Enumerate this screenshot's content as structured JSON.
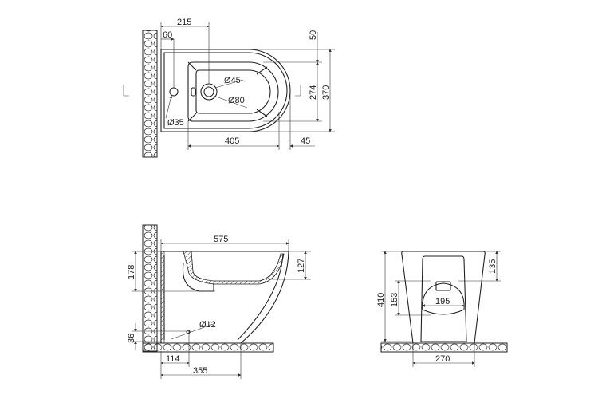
{
  "top_view": {
    "dims": {
      "d215": "215",
      "d60": "60",
      "d50": "50",
      "d274": "274",
      "d370": "370",
      "d405": "405",
      "d45": "45",
      "dia45": "Ø45",
      "dia80": "Ø80",
      "dia35": "Ø35"
    }
  },
  "side_view": {
    "dims": {
      "d575": "575",
      "d178": "178",
      "d127": "127",
      "d36": "36",
      "d114": "114",
      "d355": "355",
      "dia12": "Ø12"
    }
  },
  "front_view": {
    "dims": {
      "d410": "410",
      "d153": "153",
      "d135": "135",
      "d195": "195",
      "d270": "270"
    }
  },
  "colors": {
    "line": "#222222",
    "background": "#ffffff"
  }
}
